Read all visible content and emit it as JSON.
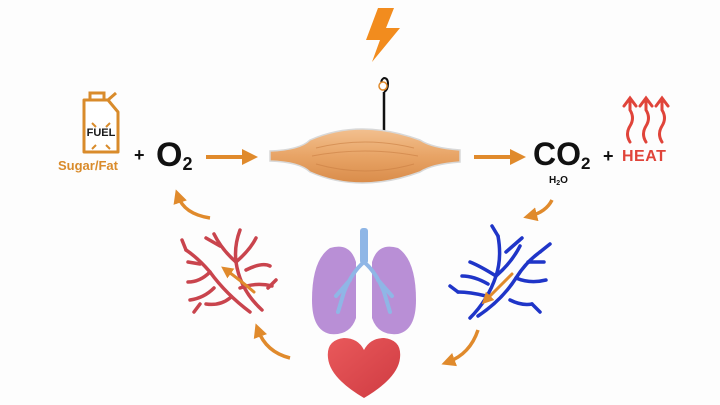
{
  "reactants": {
    "fuel_can_text": "FUEL",
    "fuel_label": "Sugar/Fat",
    "plus": "+",
    "oxygen": {
      "base": "O",
      "subscript": "2"
    }
  },
  "products": {
    "co2": {
      "base": "CO",
      "subscript": "2"
    },
    "water": {
      "h": "H",
      "subscript": "2",
      "o": "O"
    },
    "plus": "+",
    "heat": "HEAT"
  },
  "colors": {
    "arrow": "#e08a2c",
    "fuel": "#d98b2b",
    "heat": "#e0443a",
    "lightning": "#f28c1e",
    "muscle": "#e8a466",
    "oxygenated_vessels": "#c9444d",
    "deoxygenated_vessels": "#1f35c8",
    "lungs": "#b98fd6",
    "airway": "#8fb6e6",
    "heart": "#e0474c"
  },
  "icons": [
    "fuel-can-icon",
    "lightning-icon",
    "nerve-hook-icon",
    "muscle-icon",
    "heat-waves-icon",
    "artery-icon",
    "vein-icon",
    "lungs-icon",
    "heart-icon"
  ]
}
